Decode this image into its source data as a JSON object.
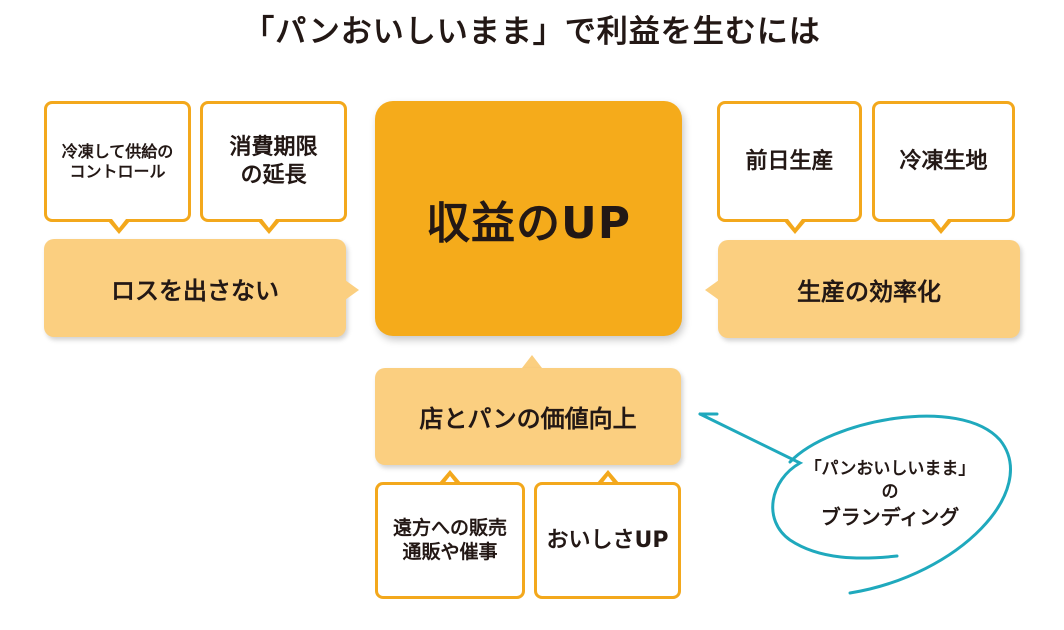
{
  "title": "「パンおいしいまま」で利益を生むには",
  "center": {
    "label": "収益のUP"
  },
  "left_branch": {
    "label": "ロスを出さない",
    "sub_items": [
      {
        "lines": [
          "冷凍して供給の",
          "コントロール"
        ]
      },
      {
        "lines": [
          "消費期限",
          "の延長"
        ]
      }
    ]
  },
  "right_branch": {
    "label": "生産の効率化",
    "sub_items": [
      {
        "lines": [
          "前日生産"
        ]
      },
      {
        "lines": [
          "冷凍生地"
        ]
      }
    ]
  },
  "bottom_branch": {
    "label": "店とパンの価値向上",
    "sub_items": [
      {
        "lines": [
          "遠方への販売",
          "通販や催事"
        ]
      },
      {
        "lines": [
          "おいしさUP"
        ]
      }
    ]
  },
  "annotation": {
    "lines": [
      "「パンおいしいまま」",
      "の",
      "ブランディング"
    ]
  },
  "colors": {
    "center": "#f5ab1b",
    "branch": "#fbcf80",
    "sub_border": "#f3a81c",
    "annotation_stroke": "#1fa9bd",
    "text": "#231815"
  }
}
